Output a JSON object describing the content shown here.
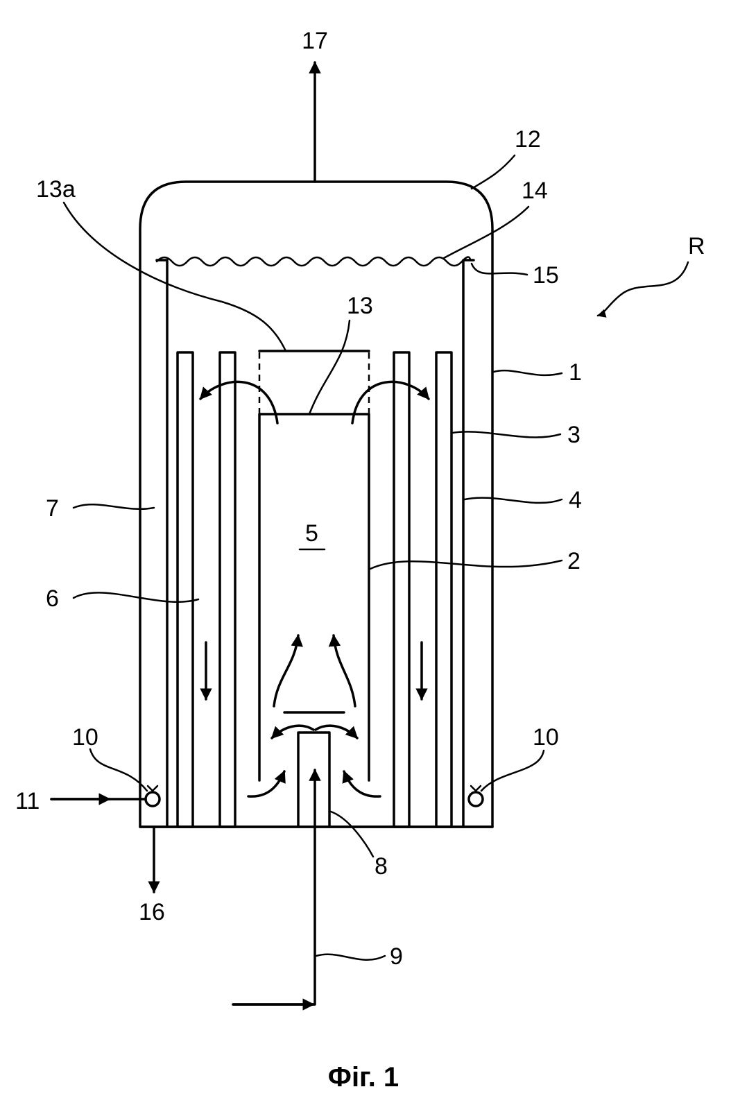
{
  "figure": {
    "caption": "Фіг. 1",
    "labels": {
      "l17": "17",
      "l12": "12",
      "l13a": "13a",
      "l14": "14",
      "lR": "R",
      "l15": "15",
      "l13": "13",
      "l1": "1",
      "l3": "3",
      "l4": "4",
      "l7": "7",
      "l5": "5",
      "l2": "2",
      "l6": "6",
      "l10_left": "10",
      "l10_right": "10",
      "l11": "11",
      "l8": "8",
      "l16": "16",
      "l9": "9"
    }
  }
}
